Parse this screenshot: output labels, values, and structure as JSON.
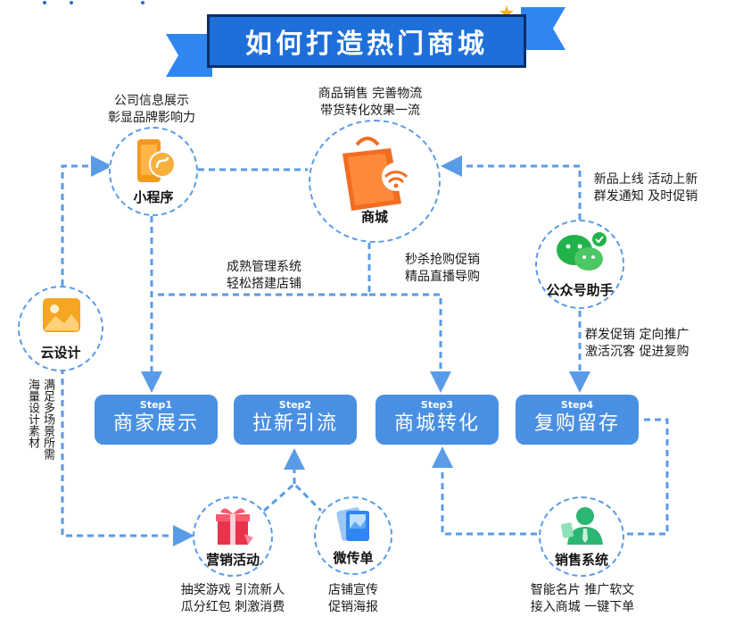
{
  "title": "如何打造热门商城",
  "nodes": {
    "mall": {
      "label": "商城",
      "caption": [
        "商品销售 完善物流",
        "带货转化效果一流"
      ]
    },
    "miniprogram": {
      "label": "小程序",
      "caption": [
        "公司信息展示",
        "彰显品牌影响力"
      ]
    },
    "official": {
      "label": "公众号助手",
      "caption": [
        "新品上线 活动上新",
        "群发通知 及时促销"
      ]
    },
    "cloud_design": {
      "label": "云设计",
      "caption": [
        "满足多场景所需",
        "海量设计素材"
      ]
    },
    "marketing": {
      "label": "营销活动",
      "caption": [
        "抽奖游戏 引流新人",
        "瓜分红包 刺激消费"
      ]
    },
    "micro_flyer": {
      "label": "微传单",
      "caption": [
        "店铺宣传",
        "促销海报"
      ]
    },
    "sales_system": {
      "label": "销售系统",
      "caption": [
        "智能名片 推广软文",
        "接入商城 一键下单"
      ]
    }
  },
  "annotations": {
    "mature": [
      "成熟管理系统",
      "轻松搭建店铺"
    ],
    "flash": [
      "秒杀抢购促销",
      "精品直播导购"
    ],
    "group": [
      "群发促销  定向推广",
      "激活沉客  促进复购"
    ]
  },
  "steps": [
    {
      "tag": "Step1",
      "name": "商家展示"
    },
    {
      "tag": "Step2",
      "name": "拉新引流"
    },
    {
      "tag": "Step3",
      "name": "商城转化"
    },
    {
      "tag": "Step4",
      "name": "复购留存"
    }
  ],
  "colors": {
    "accent": "#4a90e2",
    "banner": "#1e6fd9",
    "dash": "#5a9be8",
    "orange": "#f26d21",
    "green": "#22b24c",
    "red": "#e8334a"
  }
}
